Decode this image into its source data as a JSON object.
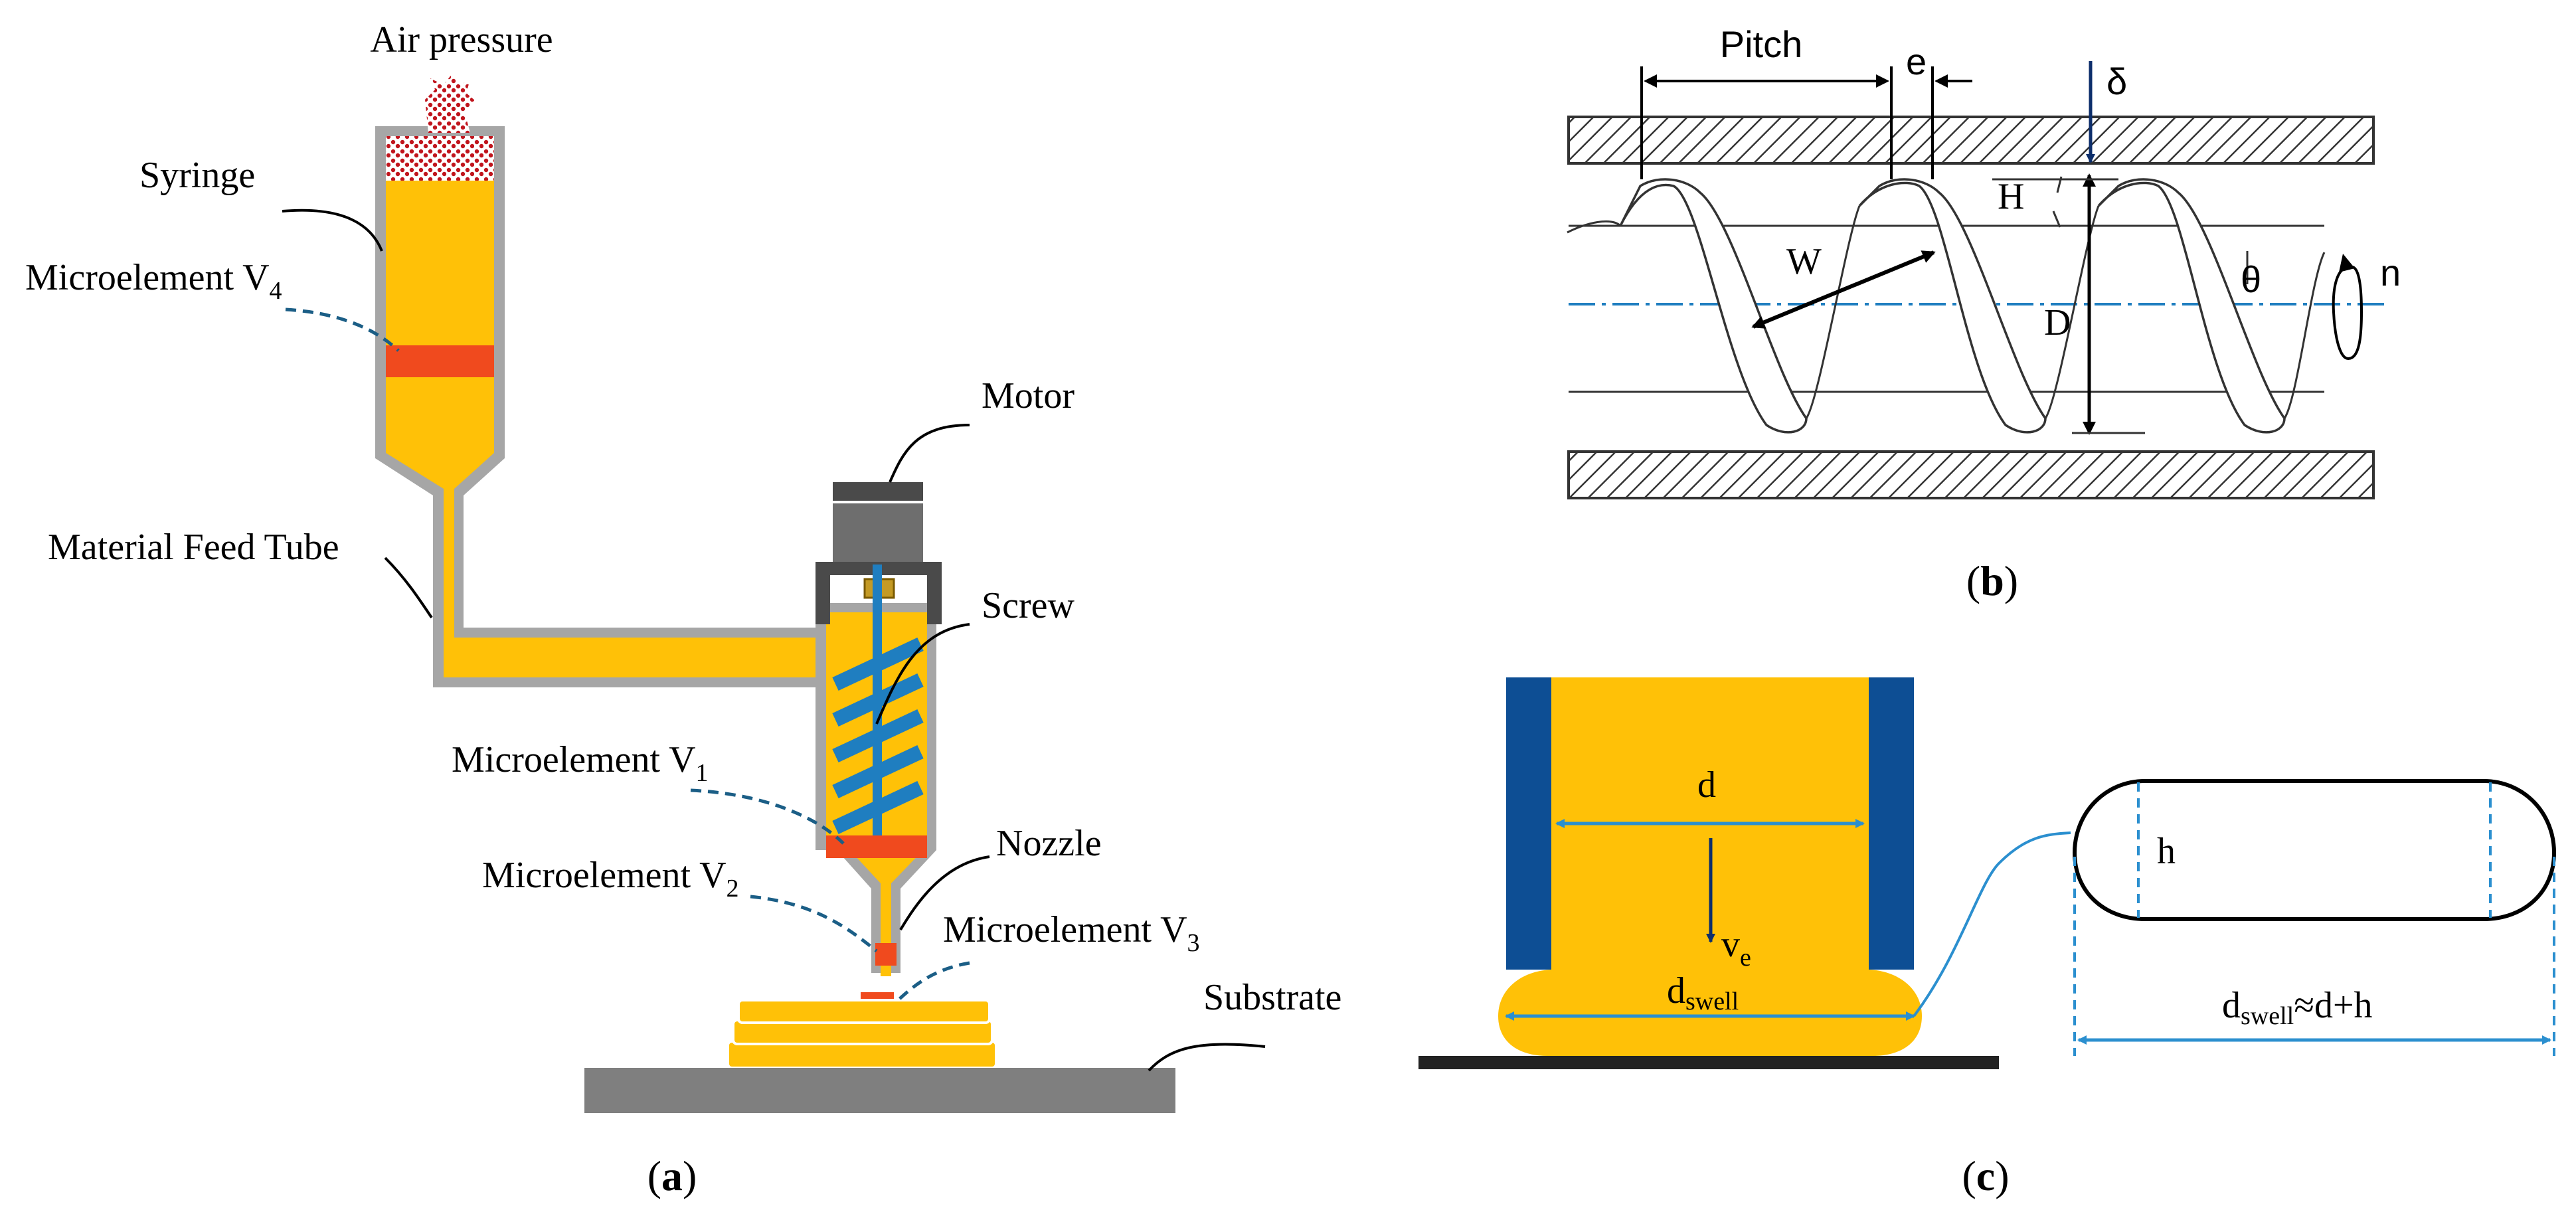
{
  "panel_a": {
    "air_pressure": "Air pressure",
    "syringe": "Syringe",
    "microelement_v4": {
      "text": "Microelement V",
      "sub": "4"
    },
    "material_feed_tube": "Material Feed Tube",
    "motor": "Motor",
    "screw": "Screw",
    "microelement_v1": {
      "text": "Microelement V",
      "sub": "1"
    },
    "nozzle": "Nozzle",
    "microelement_v2": {
      "text": "Microelement V",
      "sub": "2"
    },
    "microelement_v3": {
      "text": "Microelement V",
      "sub": "3"
    },
    "substrate": "Substrate",
    "caption_open": "(",
    "caption_letter": "a",
    "caption_close": ")"
  },
  "panel_b": {
    "pitch": "Pitch",
    "e": "e",
    "delta": "δ",
    "H": "H",
    "W": "W",
    "D": "D",
    "theta": "θ",
    "n": "n",
    "caption_open": "(",
    "caption_letter": "b",
    "caption_close": ")"
  },
  "panel_c": {
    "d": "d",
    "v": "v",
    "v_sub": "e",
    "d_swell": "d",
    "d_swell_sub": "swell",
    "h": "h",
    "formula_d": "d",
    "formula_sub": "swell",
    "formula_rest": "≈d+h",
    "caption_open": "(",
    "caption_letter": "c",
    "caption_close": ")"
  },
  "colors": {
    "material": "#FFC107",
    "microelement": "#F04A1E",
    "screw": "#1F7EC0",
    "wall": "#0D4E94",
    "dimension": "#2B8FCF",
    "shell": "#A6A6A6",
    "substrate": "#7F7F7F",
    "motor": "#6E6E6E",
    "leader": "#1B5E86"
  }
}
